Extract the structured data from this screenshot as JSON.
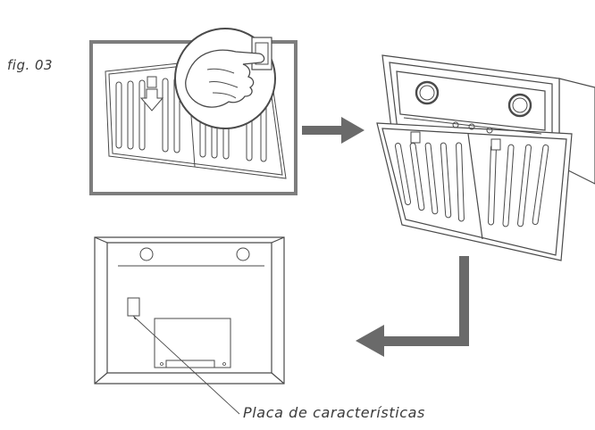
{
  "figure": {
    "label": "fig. 03",
    "callout_text": "Placa de características"
  },
  "colors": {
    "frame": "#7d7d7d",
    "arrow": "#6a6a6a",
    "line": "#4a4a4a"
  },
  "steps": [
    {
      "name": "press-clip-detail"
    },
    {
      "name": "tilt-filter-out"
    },
    {
      "name": "locate-rating-plate"
    }
  ]
}
